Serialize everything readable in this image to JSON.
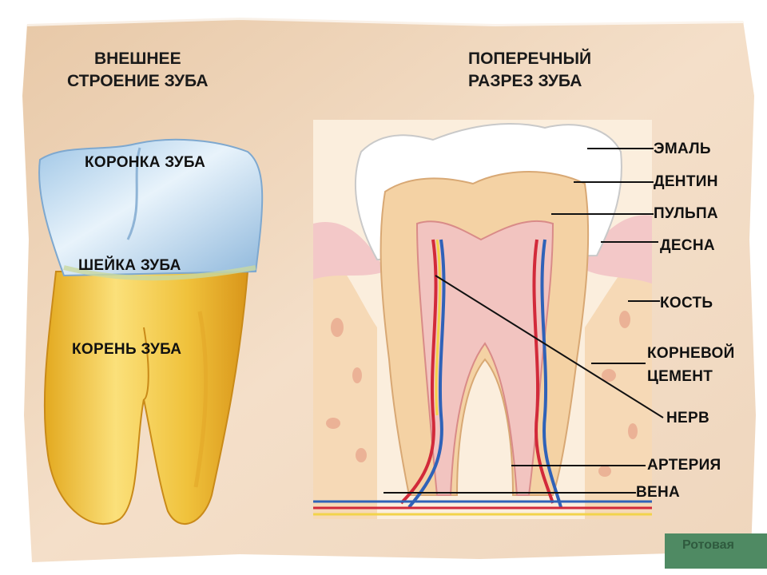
{
  "titles": {
    "external": "ВНЕШНЕЕ\nСТРОЕНИЕ ЗУБА",
    "section": "ПОПЕРЕЧНЫЙ\nРАЗРЕЗ ЗУБА"
  },
  "external_labels": {
    "crown": "КОРОНКА ЗУБА",
    "neck": "ШЕЙКА ЗУБА",
    "root": "КОРЕНЬ ЗУБА"
  },
  "section_labels": {
    "enamel": "ЭМАЛЬ",
    "dentin": "ДЕНТИН",
    "pulp": "ПУЛЬПА",
    "gum": "ДЕСНА",
    "bone": "КОСТЬ",
    "cement_line1": "КОРНЕВОЙ",
    "cement_line2": "ЦЕМЕНТ",
    "nerve": "НЕРВ",
    "artery": "АРТЕРИЯ",
    "vein": "ВЕНА"
  },
  "corner_text": "Ротовая",
  "colors": {
    "background": "#f3dcc4",
    "enamel": "#ffffff",
    "dentin": "#f4d2a4",
    "pulp": "#f2c4c0",
    "gum": "#f3c8c8",
    "bone": "#f6d9b6",
    "artery": "#d22a3a",
    "vein": "#2f62b8",
    "nerve": "#f2d34a"
  }
}
